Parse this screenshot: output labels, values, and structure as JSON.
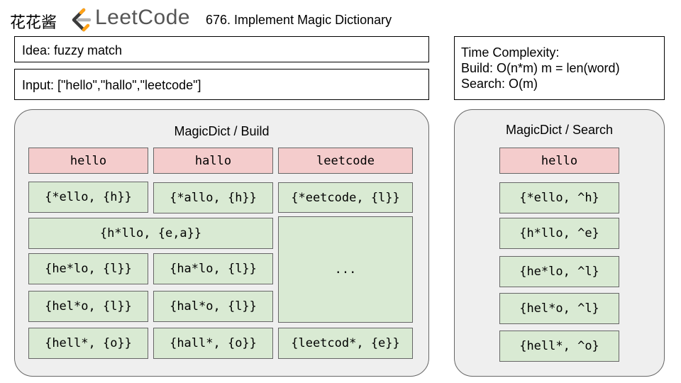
{
  "header": {
    "author": "花花酱",
    "logo_text": "LeetCode",
    "problem_title": "676. Implement Magic Dictionary"
  },
  "idea": "Idea: fuzzy match",
  "input": "Input: [\"hello\",\"hallo\",\"leetcode\"]",
  "time_complexity": {
    "line1": "Time Complexity:",
    "line2": "Build: O(n*m) m = len(word)",
    "line3": "Search: O(m)"
  },
  "build": {
    "title": "MagicDict / Build",
    "words": [
      "hello",
      "hallo",
      "leetcode"
    ],
    "keys": {
      "hello_0": "{*ello, {h}}",
      "hallo_0": "{*allo, {h}}",
      "leetcode_0": "{*eetcode, {l}}",
      "shared_1": "{h*llo, {e,a}}",
      "hello_2": "{he*lo, {l}}",
      "hallo_2": "{ha*lo, {l}}",
      "hello_3": "{hel*o, {l}}",
      "hallo_3": "{hal*o, {l}}",
      "hello_4": "{hell*, {o}}",
      "hallo_4": "{hall*, {o}}",
      "leetcode_ellipsis": "...",
      "leetcode_last": "{leetcod*, {e}}"
    }
  },
  "search": {
    "title": "MagicDict / Search",
    "query": "hello",
    "keys": [
      "{*ello, ^h}",
      "{h*llo, ^e}",
      "{he*lo, ^l}",
      "{hel*o, ^l}",
      "{hell*, ^o}"
    ]
  },
  "colors": {
    "word_fill": "#f4cccc",
    "key_fill": "#d9ead3",
    "panel_fill": "#efefef",
    "logo_orange": "#ffa116",
    "logo_gray": "#555555"
  }
}
